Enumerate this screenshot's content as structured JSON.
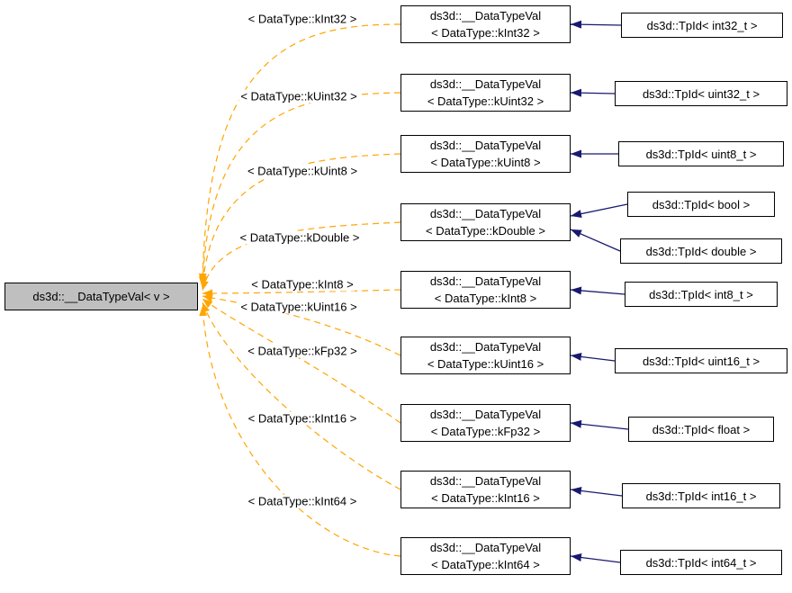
{
  "diagram": {
    "root": {
      "label": "ds3d::__DataTypeVal< v >"
    },
    "instances": [
      {
        "line1": "ds3d::__DataTypeVal",
        "line2": "< DataType::kInt32 >",
        "edge_label": "< DataType::kInt32 >"
      },
      {
        "line1": "ds3d::__DataTypeVal",
        "line2": "< DataType::kUint32 >",
        "edge_label": "< DataType::kUint32 >"
      },
      {
        "line1": "ds3d::__DataTypeVal",
        "line2": "< DataType::kUint8 >",
        "edge_label": "< DataType::kUint8 >"
      },
      {
        "line1": "ds3d::__DataTypeVal",
        "line2": "< DataType::kDouble >",
        "edge_label": "< DataType::kDouble >"
      },
      {
        "line1": "ds3d::__DataTypeVal",
        "line2": "< DataType::kInt8 >",
        "edge_label": "< DataType::kInt8 >"
      },
      {
        "line1": "ds3d::__DataTypeVal",
        "line2": "< DataType::kUint16 >",
        "edge_label": "< DataType::kUint16 >"
      },
      {
        "line1": "ds3d::__DataTypeVal",
        "line2": "< DataType::kFp32 >",
        "edge_label": "< DataType::kFp32 >"
      },
      {
        "line1": "ds3d::__DataTypeVal",
        "line2": "< DataType::kInt16 >",
        "edge_label": "< DataType::kInt16 >"
      },
      {
        "line1": "ds3d::__DataTypeVal",
        "line2": "< DataType::kInt64 >",
        "edge_label": "< DataType::kInt64 >"
      }
    ],
    "specializations": [
      {
        "label": "ds3d::TpId< int32_t >"
      },
      {
        "label": "ds3d::TpId< uint32_t >"
      },
      {
        "label": "ds3d::TpId< uint8_t >"
      },
      {
        "label": "ds3d::TpId< bool >"
      },
      {
        "label": "ds3d::TpId< double >"
      },
      {
        "label": "ds3d::TpId< int8_t >"
      },
      {
        "label": "ds3d::TpId< uint16_t >"
      },
      {
        "label": "ds3d::TpId< float >"
      },
      {
        "label": "ds3d::TpId< int16_t >"
      },
      {
        "label": "ds3d::TpId< int64_t >"
      }
    ],
    "colors": {
      "template_edge": "#ffa500",
      "inheritance_edge": "#191970",
      "highlight_fill": "#bfbfbf",
      "node_border": "#000000"
    }
  }
}
